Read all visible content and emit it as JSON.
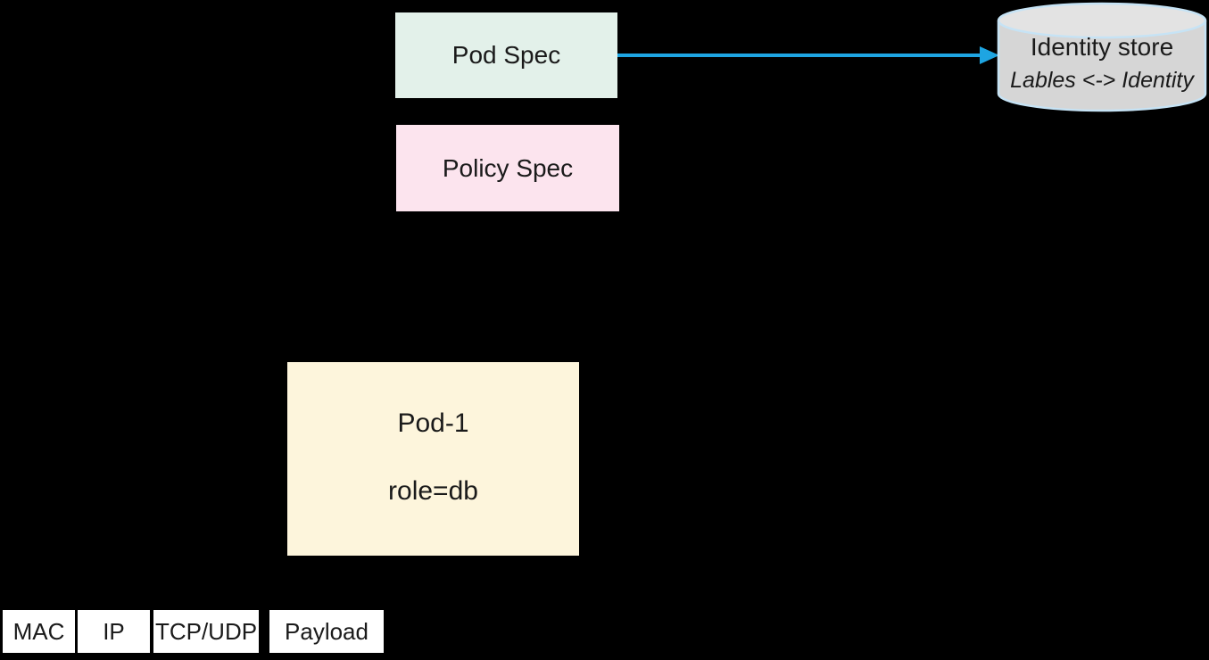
{
  "canvas": {
    "background": "#000000"
  },
  "nodes": {
    "pod_spec": {
      "label": "Pod Spec",
      "fill": "#e3f1ea"
    },
    "policy_spec": {
      "label": "Policy Spec",
      "fill": "#fce4ee"
    },
    "pod1": {
      "title": "Pod-1",
      "subtitle": "role=db",
      "fill": "#fdf5dc"
    },
    "identity_store": {
      "title": "Identity store",
      "subtitle": "Lables <-> Identity",
      "body_fill": "#d6d6d6",
      "top_fill": "#e3e3e3",
      "stroke": "#c6e3f5"
    }
  },
  "arrow": {
    "from": "pod_spec",
    "to": "identity_store",
    "color": "#1ea5e2"
  },
  "packet": {
    "fields": [
      "MAC",
      "IP",
      "TCP/UDP",
      "Payload"
    ],
    "fill": "#ffffff"
  }
}
